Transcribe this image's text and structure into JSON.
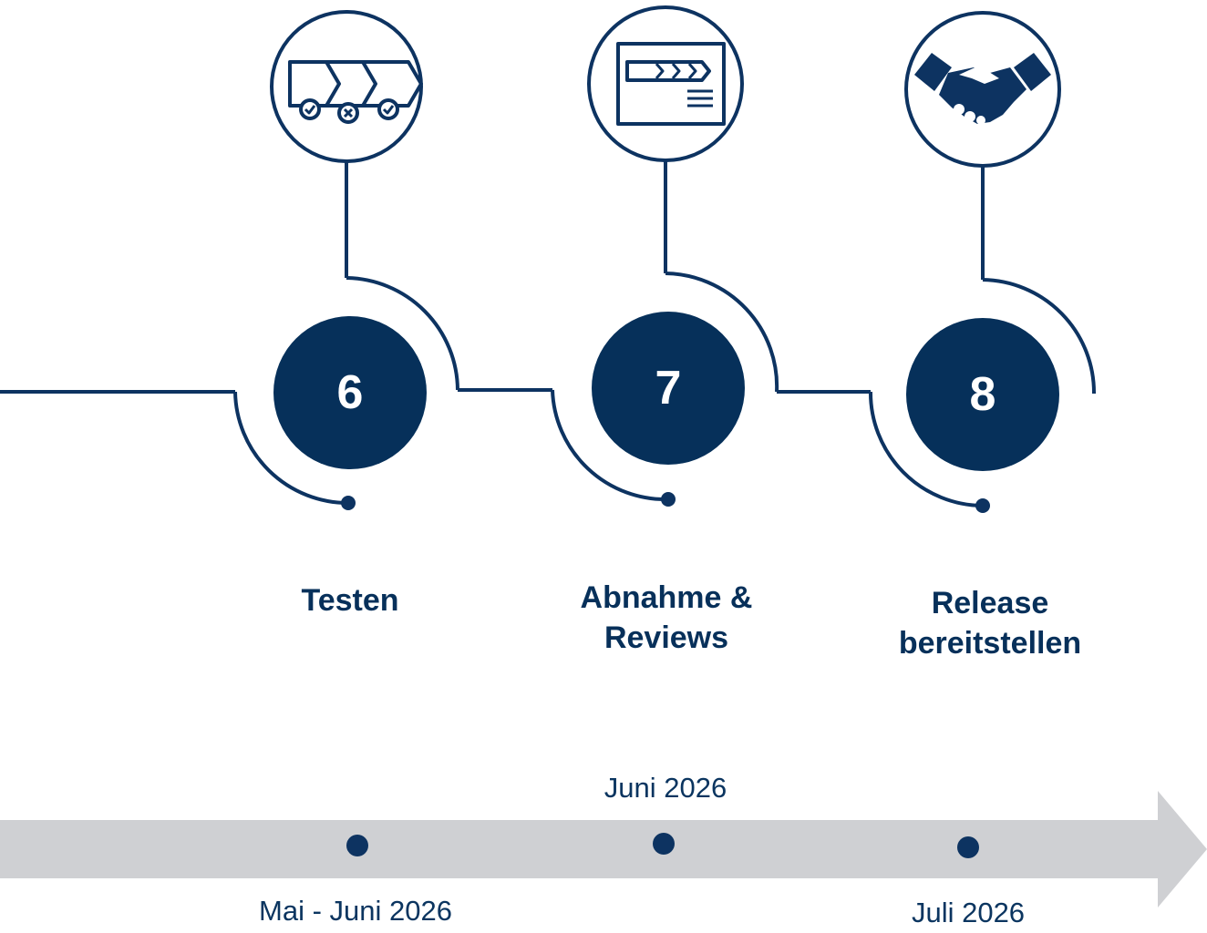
{
  "colors": {
    "navy": "#06305a",
    "line": "#0d3361",
    "arrow": "#cfd0d3",
    "white": "#ffffff"
  },
  "steps": [
    {
      "number": "6",
      "title": "Testen",
      "icon": "process-check-icon"
    },
    {
      "number": "7",
      "title": "Abnahme &\nReviews",
      "icon": "presentation-board-icon"
    },
    {
      "number": "8",
      "title": "Release\nbereitstellen",
      "icon": "handshake-icon"
    }
  ],
  "timeline": {
    "dates": [
      {
        "label": "Mai - Juni 2026",
        "position": "below"
      },
      {
        "label": "Juni 2026",
        "position": "above"
      },
      {
        "label": "Juli 2026",
        "position": "below"
      }
    ]
  }
}
